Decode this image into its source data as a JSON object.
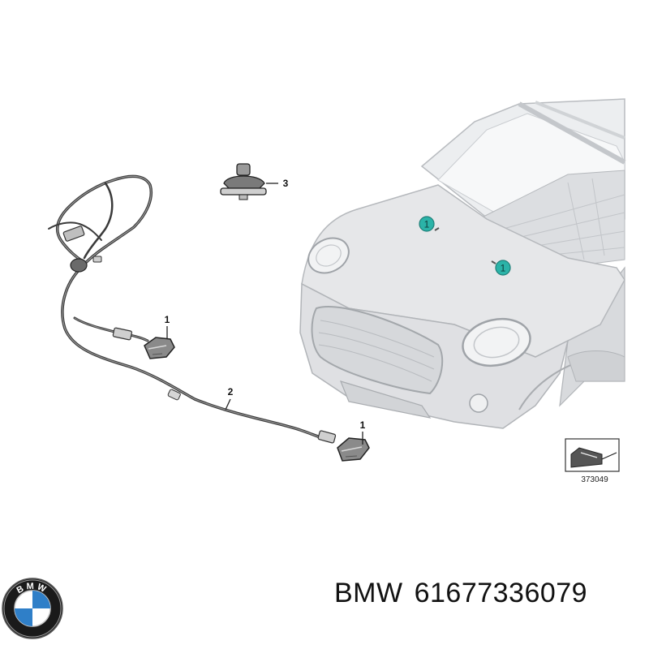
{
  "diagram": {
    "callouts": {
      "sensor_top": "1",
      "sensor_bottom": "1",
      "harness": "2",
      "grommet": "3",
      "hood_marker_a": "1",
      "hood_marker_b": "1"
    },
    "reference_number": "373049",
    "colors": {
      "marker": "#2bb3a8",
      "line": "#333333",
      "car_body": "#e4e5e7",
      "car_edge": "#b9bcc0"
    }
  },
  "footer": {
    "brand": "BMW",
    "part_number": "61677336079",
    "logo_lettering": "BMW"
  }
}
